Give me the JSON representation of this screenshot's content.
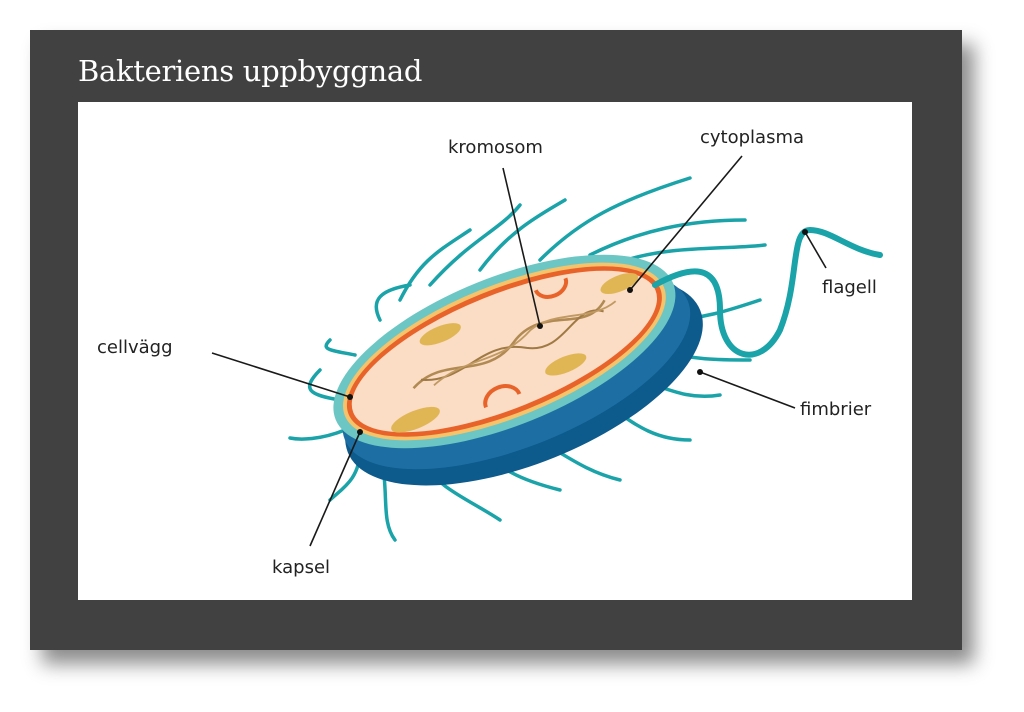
{
  "title": "Bakteriens uppbyggnad",
  "labels": {
    "kromosom": "kromosom",
    "cytoplasma": "cytoplasma",
    "flagell": "flagell",
    "cellvagg": "cellvägg",
    "fimbrier": "fimbrier",
    "kapsel": "kapsel"
  },
  "colors": {
    "slide": "#414141",
    "capsule": "#0d5a8c",
    "wall": "#6cc6c4",
    "membrane": "#e8632a",
    "cytoplasm": "#fbdcc4",
    "fimbriae": "#1aa3a8"
  }
}
